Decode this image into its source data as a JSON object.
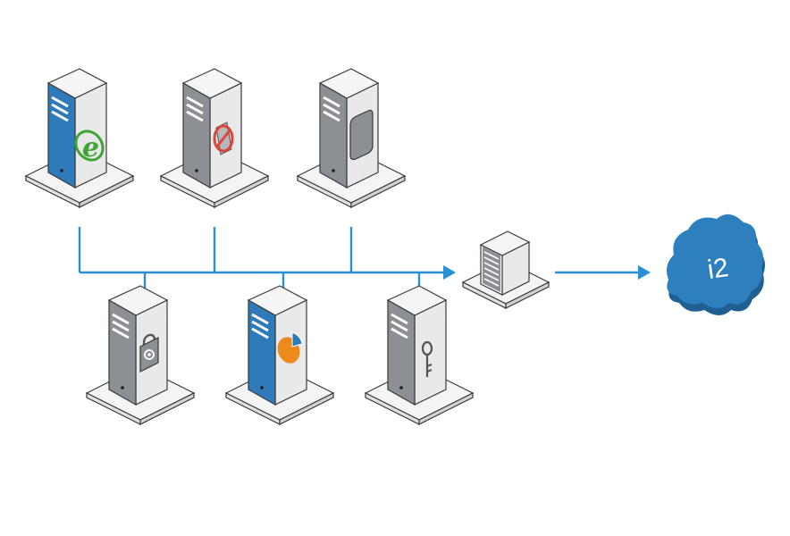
{
  "colors": {
    "accent": "#2a8fd4",
    "brand_blue": "#2f7ab8",
    "server_grey": "#8c8f94",
    "server_light": "#ededee",
    "ie_green": "#3fa535",
    "blocked_red": "#d9463c",
    "chart_orange": "#ee8a1c",
    "cloud_blue": "#2e7fbe"
  },
  "nodes": {
    "top": [
      {
        "name": "web-server",
        "icon": "internet-explorer-icon"
      },
      {
        "name": "blocked-server",
        "icon": "blocked-icon"
      },
      {
        "name": "storage-server",
        "icon": "disk-icon"
      }
    ],
    "bottom": [
      {
        "name": "security-server",
        "icon": "lock-icon"
      },
      {
        "name": "analytics-server",
        "icon": "pie-chart-icon"
      },
      {
        "name": "auth-server",
        "icon": "key-icon"
      }
    ],
    "hub": {
      "name": "rack-server",
      "icon": "server-rack-icon"
    },
    "cloud": {
      "label": "i2",
      "icon": "cloud-icon"
    }
  }
}
